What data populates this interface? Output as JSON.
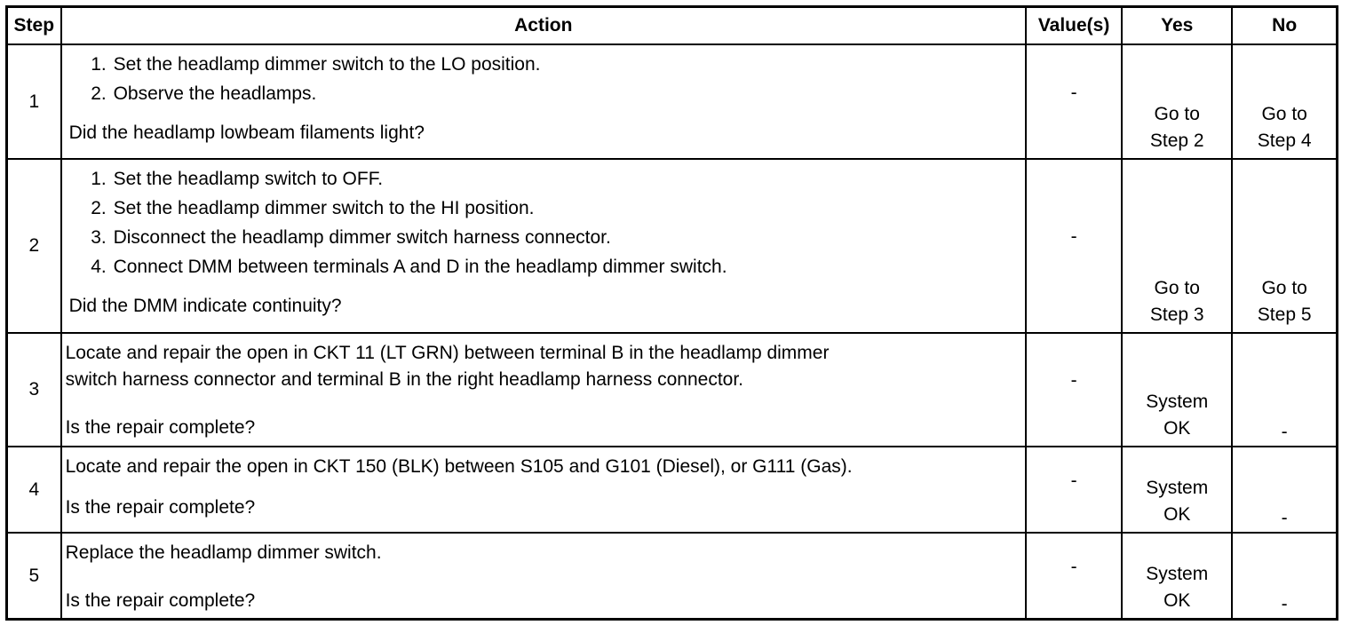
{
  "headers": {
    "step": "Step",
    "action": "Action",
    "values": "Value(s)",
    "yes": "Yes",
    "no": "No"
  },
  "rows": [
    {
      "step": "1",
      "list": [
        "Set the headlamp dimmer switch to the LO position.",
        "Observe the headlamps."
      ],
      "question": "Did the headlamp lowbeam filaments light?",
      "value": "-",
      "yes": [
        "Go to",
        "Step 2"
      ],
      "no": [
        "Go to",
        "Step 4"
      ]
    },
    {
      "step": "2",
      "list": [
        "Set the headlamp switch to OFF.",
        "Set the headlamp dimmer switch to the HI position.",
        "Disconnect the headlamp dimmer switch harness connector.",
        "Connect DMM between terminals A and D in the headlamp dimmer switch."
      ],
      "question": "Did the DMM indicate continuity?",
      "value": "-",
      "yes": [
        "Go to",
        "Step 3"
      ],
      "no": [
        "Go to",
        "Step 5"
      ]
    },
    {
      "step": "3",
      "text": [
        "Locate and repair the open in CKT 11 (LT GRN) between terminal B in the headlamp dimmer",
        "switch harness connector and terminal B in the right headlamp harness connector."
      ],
      "question": "Is the repair complete?",
      "value": "-",
      "yes": [
        "System",
        "OK"
      ],
      "no": [
        "-"
      ]
    },
    {
      "step": "4",
      "text": [
        "Locate and repair the open in CKT 150 (BLK) between S105 and G101 (Diesel), or G111 (Gas)."
      ],
      "question": "Is the repair complete?",
      "value": "-",
      "yes": [
        "System",
        "OK"
      ],
      "no": [
        "-"
      ]
    },
    {
      "step": "5",
      "text": [
        "Replace the headlamp dimmer switch."
      ],
      "question": "Is the repair complete?",
      "value": "-",
      "yes": [
        "System",
        "OK"
      ],
      "no": [
        "-"
      ]
    }
  ]
}
